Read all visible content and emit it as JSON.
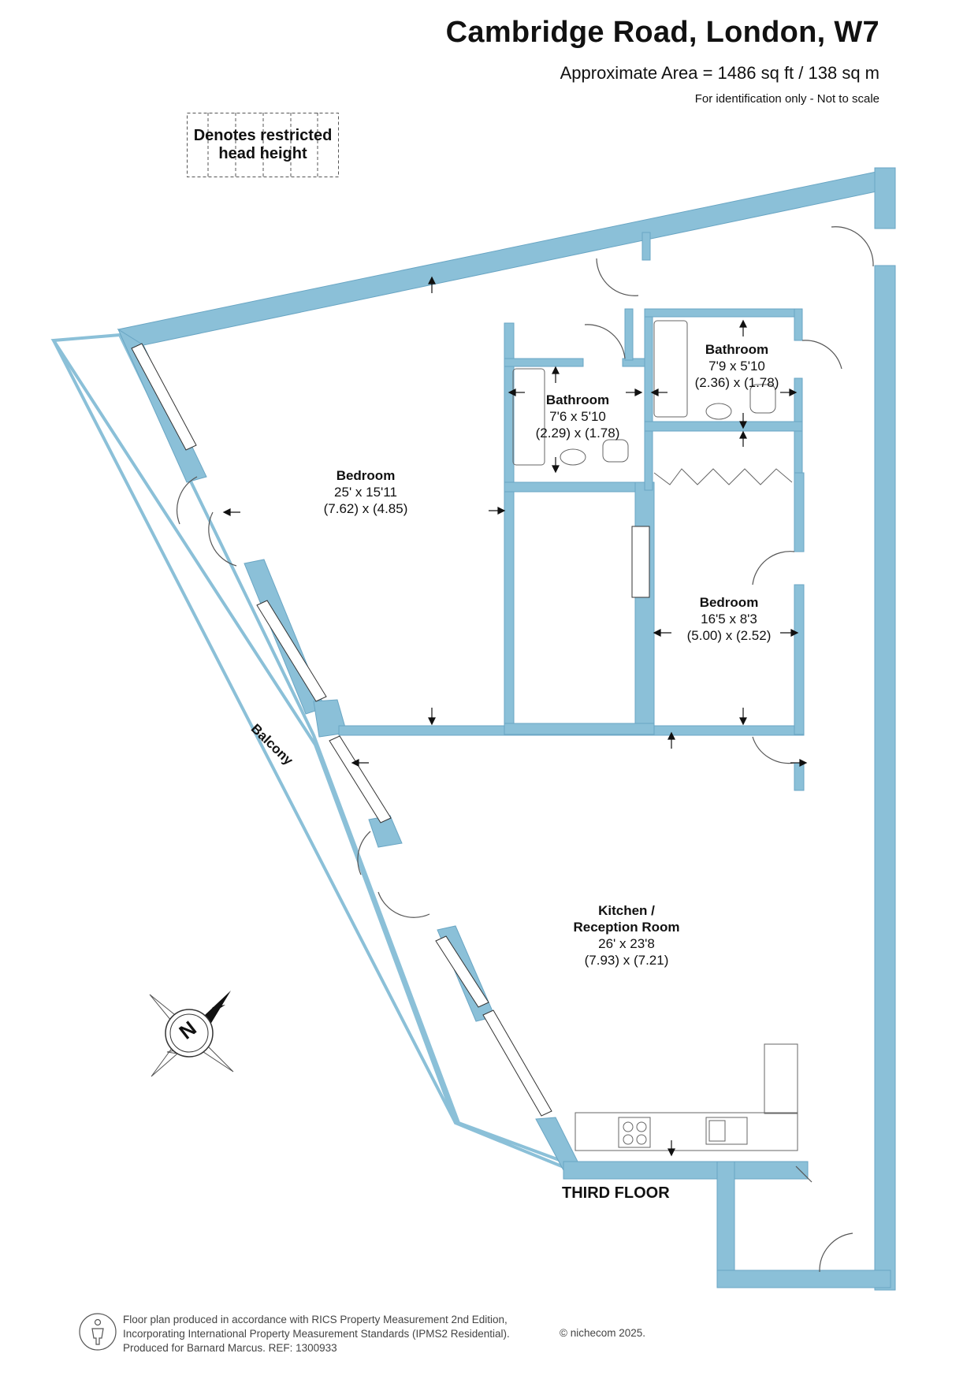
{
  "header": {
    "title": "Cambridge Road, London, W7",
    "area": "Approximate Area = 1486 sq ft / 138 sq m",
    "identification": "For identification only - Not to scale"
  },
  "legend": {
    "line1": "Denotes restricted",
    "line2": "head height"
  },
  "rooms": [
    {
      "name": "Bedroom",
      "imperial": "25' x 15'11",
      "metric": "(7.62) x (4.85)"
    },
    {
      "name": "Bathroom",
      "imperial": "7'6 x 5'10",
      "metric": "(2.29) x (1.78)"
    },
    {
      "name": "Bathroom",
      "imperial": "7'9 x 5'10",
      "metric": "(2.36) x (1.78)"
    },
    {
      "name": "Bedroom",
      "imperial": "16'5 x 8'3",
      "metric": "(5.00) x (2.52)"
    },
    {
      "name_line1": "Kitchen /",
      "name_line2": "Reception Room",
      "imperial": "26' x 23'8",
      "metric": "(7.93) x (7.21)"
    }
  ],
  "balcony_label": "Balcony",
  "floor_label": "THIRD FLOOR",
  "compass": {
    "label": "N",
    "icon": "compass-north-icon"
  },
  "footer": {
    "line1": "Floor plan produced in accordance with RICS Property Measurement 2nd Edition,",
    "line2": "Incorporating International Property Measurement Standards (IPMS2 Residential).",
    "line3": "Produced for Barnard Marcus.   REF:  1300933",
    "copyright": "© nichecom 2025."
  },
  "colors": {
    "wall": "#8bc0d8",
    "wall_stroke": "#6aa6c4",
    "text": "#111111",
    "footer_text": "#444444"
  }
}
